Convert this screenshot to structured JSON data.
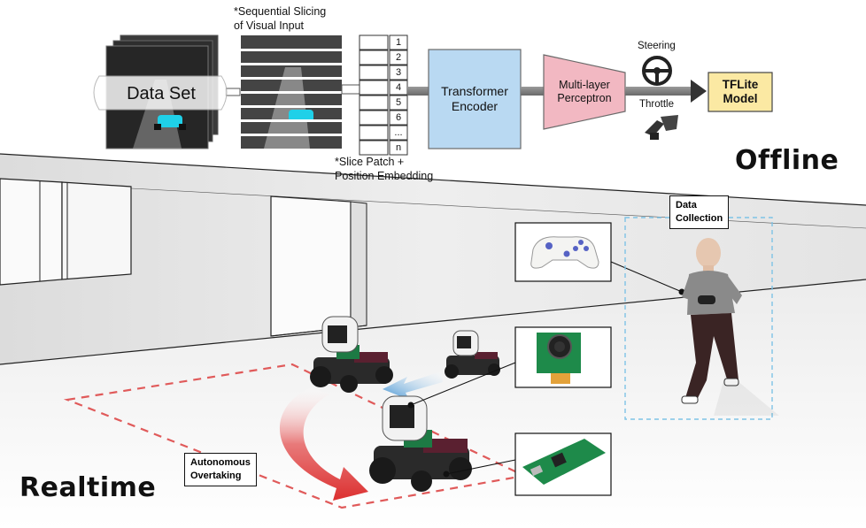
{
  "offline": {
    "dataset_label": "Data Set",
    "slicing_label": [
      "*Sequential Slicing",
      "of Visual Input"
    ],
    "patch_numbers": [
      "1",
      "2",
      "3",
      "4",
      "5",
      "6",
      "...",
      "n"
    ],
    "embedding_label": [
      "*Slice Patch +",
      "Position Embedding"
    ],
    "transformer_label": [
      "Transformer",
      "Encoder"
    ],
    "mlp_label": [
      "Multi-layer",
      "Perceptron"
    ],
    "steering_label": "Steering",
    "throttle_label": "Throttle",
    "tflite_label": [
      "TFLite",
      "Model"
    ],
    "section_label": "Offline"
  },
  "realtime": {
    "data_collection_label": [
      "Data",
      "Collection"
    ],
    "overtaking_label": [
      "Autonomous",
      "Overtaking"
    ],
    "section_label": "Realtime"
  },
  "colors": {
    "transformer_fill": "#b9d9f2",
    "mlp_fill": "#f2b8c2",
    "tflite_fill": "#fbe9a3",
    "track_dash": "#e05a5a",
    "overtake_arrow": "#e03c3c",
    "motion_arrow": "#4a9fd8",
    "collection_box": "#7ec3e6",
    "car_cyan": "#1fd0e8",
    "board_green": "#1e8a4a"
  }
}
